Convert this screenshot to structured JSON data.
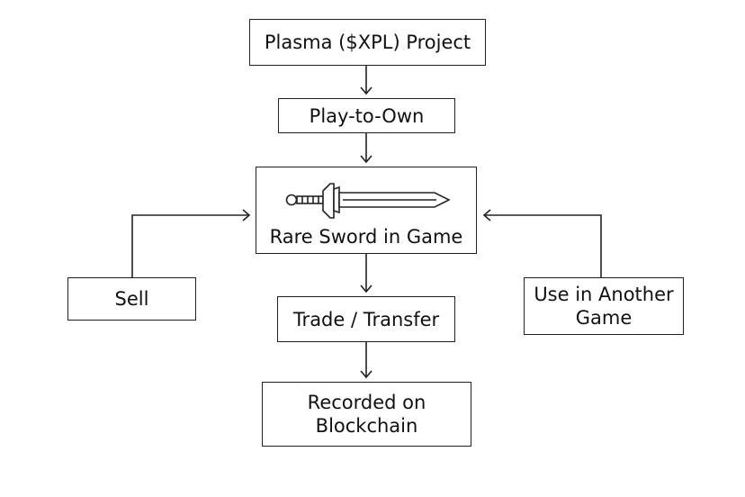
{
  "nodes": {
    "plasma": "Plasma ($XPL) Project",
    "play_to_own": "Play-to-Own",
    "sword": "Rare Sword in Game",
    "sell": "Sell",
    "trade": "Trade / Transfer",
    "use_other": {
      "line1": "Use in Another",
      "line2": "Game"
    },
    "recorded": {
      "line1": "Recorded on",
      "line2": "Blockchain"
    }
  },
  "icons": {
    "sword": "sword-icon"
  },
  "colors": {
    "stroke": "#222222",
    "background": "#ffffff"
  }
}
